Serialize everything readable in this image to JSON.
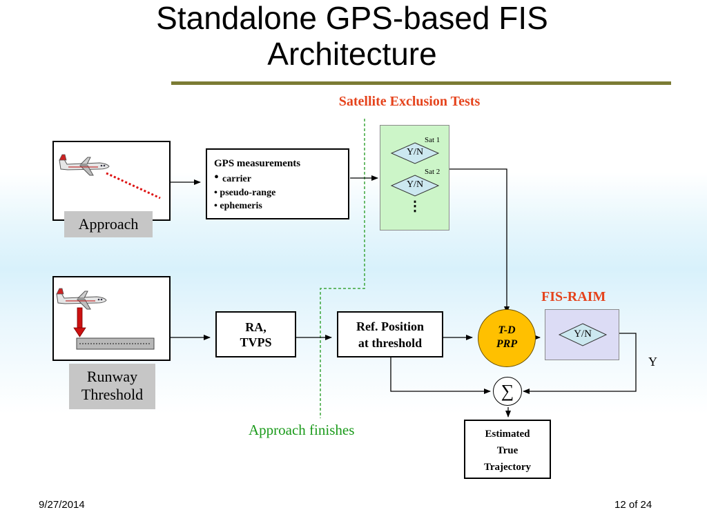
{
  "slide": {
    "title_line1": "Standalone GPS-based FIS",
    "title_line2": "Architecture",
    "rule_color": "#7b7b34"
  },
  "labels": {
    "satellite_exclusion": "Satellite Exclusion Tests",
    "fis_raim": "FIS-RAIM",
    "approach_finishes": "Approach finishes",
    "y_output": "Y"
  },
  "approach": {
    "label": "Approach"
  },
  "runway": {
    "label_line1": "Runway",
    "label_line2": "Threshold"
  },
  "gps": {
    "title": "GPS measurements",
    "items": [
      "carrier",
      "pseudo-range",
      "ephemeris"
    ]
  },
  "satellites": {
    "tests": [
      {
        "label": "Sat 1",
        "decision": "Y/N"
      },
      {
        "label": "Sat 2",
        "decision": "Y/N"
      }
    ],
    "ellipsis": "⋮"
  },
  "ra": {
    "line1": "RA,",
    "line2": "TVPS"
  },
  "ref": {
    "line1": "Ref. Position",
    "line2": "at threshold"
  },
  "td": {
    "line1": "T-D",
    "line2": "PRP"
  },
  "raim": {
    "decision": "Y/N"
  },
  "sum": {
    "symbol": "∑"
  },
  "estimate": {
    "line1": "Estimated",
    "line2": "True",
    "line3": "Trajectory"
  },
  "footer": {
    "date": "9/27/2014",
    "page": "12 of 24"
  },
  "colors": {
    "accent_red": "#e5431c",
    "sat_panel": "#ccf5c8",
    "raim_panel": "#dcdcf5",
    "diamond": "#cce8f0",
    "td_circle": "#ffc000",
    "dashed_green": "#3aa53a",
    "approach_green": "#1a9a1a"
  }
}
